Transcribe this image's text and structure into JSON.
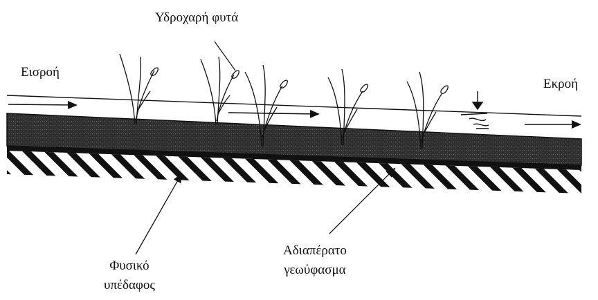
{
  "labels": {
    "plants": "Υδροχαρή φυτά",
    "inflow": "Εισροή",
    "outflow": "Εκροή",
    "subsoil_line1": "Φυσικό",
    "subsoil_line2": "υπέδαφος",
    "liner_line1": "Αδιαπέρατο",
    "liner_line2": "γεωύφασμα"
  },
  "colors": {
    "ink": "#111111",
    "soil": "#2a2a2a",
    "background": "#ffffff"
  }
}
